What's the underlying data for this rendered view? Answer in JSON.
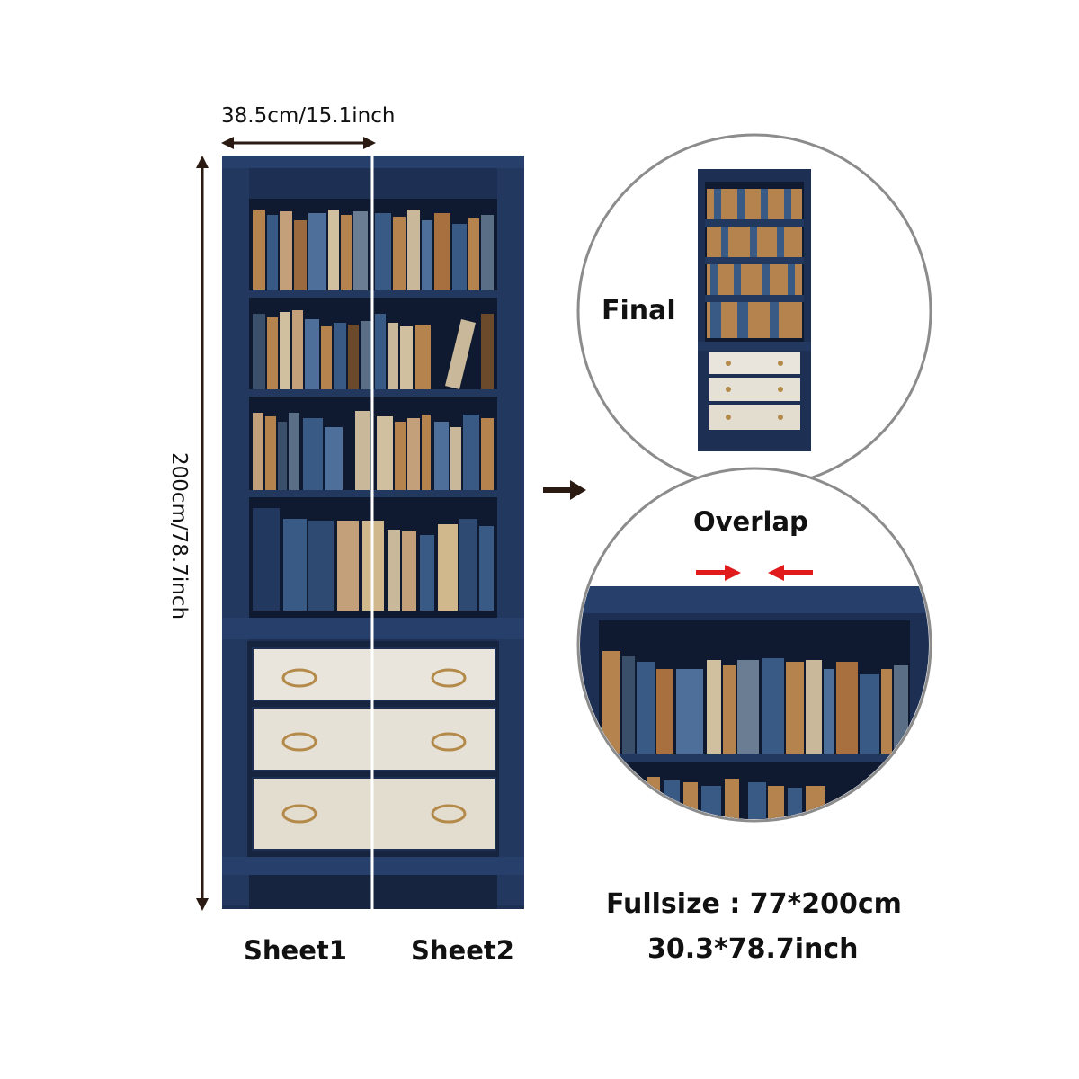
{
  "dimensions": {
    "width_label": "38.5cm/15.1inch",
    "height_label": "200cm/78.7inch"
  },
  "sheets": {
    "sheet1_label": "Sheet1",
    "sheet2_label": "Sheet2"
  },
  "final_panel": {
    "label": "Final"
  },
  "overlap_panel": {
    "label": "Overlap"
  },
  "fullsize": {
    "line1": "Fullsize : 77*200cm",
    "line2": "30.3*78.7inch"
  },
  "colors": {
    "cabinet_blue": "#1d2f52",
    "shelf_dark": "#0f1a30",
    "drawer_white": "#e9e5dc",
    "handle_brass": "#b48a4a",
    "overlap_arrow": "#e11b1b",
    "circle_stroke": "#8c8c8c"
  }
}
